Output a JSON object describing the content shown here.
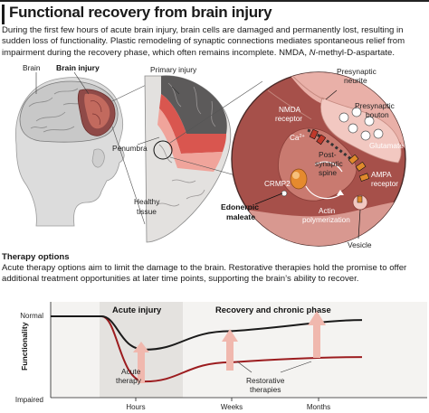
{
  "title": "Functional recovery from brain injury",
  "intro": {
    "part1": "During the first few hours of acute brain injury, brain cells are damaged and permanently lost, resulting in sudden loss of functionality. Plastic remodeling of synaptic connections mediates spontaneous relief from impairment during the recovery phase, which often remains incomplete. NMDA, ",
    "italic": "N",
    "part2": "-methyl-D-aspartate."
  },
  "brain_panel": {
    "label_brain": "Brain",
    "label_injury": "Brain injury"
  },
  "slice_panel": {
    "label_primary": "Primary injury",
    "label_penumbra": "Penumbra",
    "label_healthy_1": "Healthy",
    "label_healthy_2": "tissue"
  },
  "synapse_panel": {
    "presynaptic_neurite_1": "Presynaptic",
    "presynaptic_neurite_2": "neurite",
    "nmda_1": "NMDA",
    "nmda_2": "receptor",
    "ca": "Ca",
    "ca_sup": "2+",
    "bouton_1": "Presynaptic",
    "bouton_2": "bouton",
    "glutamate": "Glutamate",
    "spine_1": "Post-",
    "spine_2": "synaptic",
    "spine_3": "spine",
    "crmp2": "CRMP2",
    "ampa_1": "AMPA",
    "ampa_2": "receptor",
    "actin_1": "Actin",
    "actin_2": "polymerization",
    "edonerpic_1": "Edonerpic",
    "edonerpic_2": "maleate",
    "vesicle": "Vesicle"
  },
  "therapy": {
    "title": "Therapy options",
    "text": "Acute therapy options aim to limit the damage to the brain. Restorative therapies hold the promise to offer additional treatment opportunities at later time points, supporting the brain’s ability to recover."
  },
  "chart_data": {
    "type": "line",
    "ylabel": "Functionality",
    "y_ticks": [
      "Normal",
      "Impaired"
    ],
    "x_ticks": [
      "Hours",
      "Weeks",
      "Months"
    ],
    "phases": [
      "Acute injury",
      "Recovery and chronic phase"
    ],
    "annotations": [
      "Acute therapy",
      "Restorative therapies"
    ],
    "series": [
      {
        "name": "",
        "color": "#1a1a1a",
        "values": [
          1.0,
          1.0,
          0.55,
          0.8,
          0.95
        ]
      },
      {
        "name": "",
        "color": "#9c1c1f",
        "values": [
          1.0,
          1.0,
          0.12,
          0.38,
          0.45
        ]
      }
    ],
    "ylim": [
      0,
      1
    ]
  },
  "colors": {
    "accent_red": "#b3262a",
    "dark_red": "#7e2a2a",
    "synapse_bg": "#a6504a",
    "chart_bg": "#f4f3f1",
    "acute_band": "#e4e2df"
  }
}
